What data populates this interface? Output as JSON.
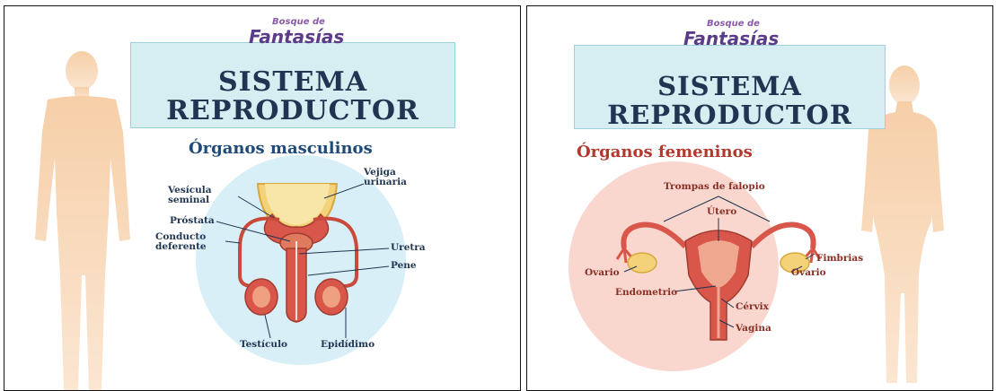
{
  "left_panel": {
    "brand_top": "Bosque de",
    "brand_main": "Fantasías",
    "title_line1": "SISTEMA",
    "title_line2": "REPRODUCTOR",
    "subtitle": "Órganos masculinos",
    "labels": {
      "vejiga": "Vejiga urinaria",
      "vesicula": "Vesícula seminal",
      "prostata": "Próstata",
      "conducto": "Conducto deferente",
      "uretra": "Uretra",
      "pene": "Pene",
      "testiculo": "Testículo",
      "epididimo": "Epidídimo"
    }
  },
  "right_panel": {
    "brand_top": "Bosque de",
    "brand_main": "Fantasías",
    "title_line1": "SISTEMA",
    "title_line2": "REPRODUCTOR",
    "subtitle": "Órganos femeninos",
    "labels": {
      "trompas": "Trompas de falopio",
      "utero": "Útero",
      "fimbrias": "Fimbrias",
      "ovario_left": "Ovario",
      "ovario_right": "Ovario",
      "endometrio": "Endometrio",
      "cervix": "Cérvix",
      "vagina": "Vagina"
    }
  },
  "colors": {
    "silhouette": "#f4c8a0",
    "banner": "#d6eef2",
    "male_circle": "#d8eff7",
    "female_circle": "#f9d7cf",
    "organ": "#d8574a",
    "title": "#1f3552"
  }
}
